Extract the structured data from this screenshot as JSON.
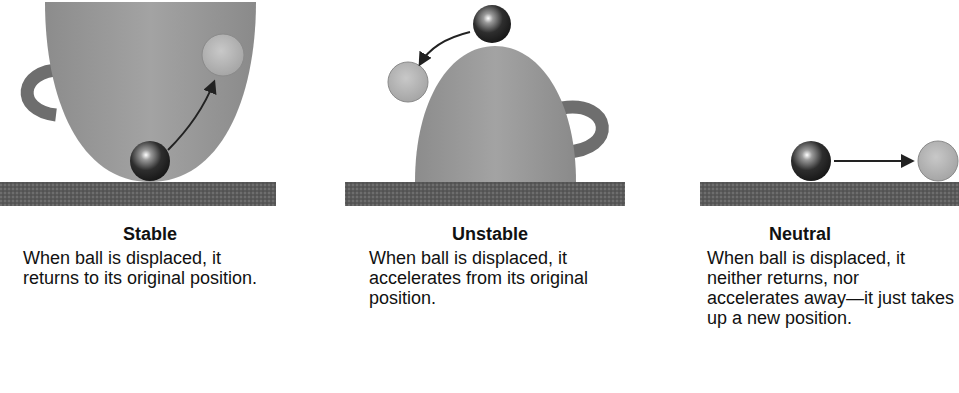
{
  "diagram": {
    "labels": [
      "Stable",
      "When ball is displaced, it returns to its original position.",
      "Unstable",
      "When ball is displaced, it accelerates from its original position.",
      "Neutral",
      "When ball is displaced, it neither returns, nor accelerates away—it just takes up a new position."
    ]
  }
}
